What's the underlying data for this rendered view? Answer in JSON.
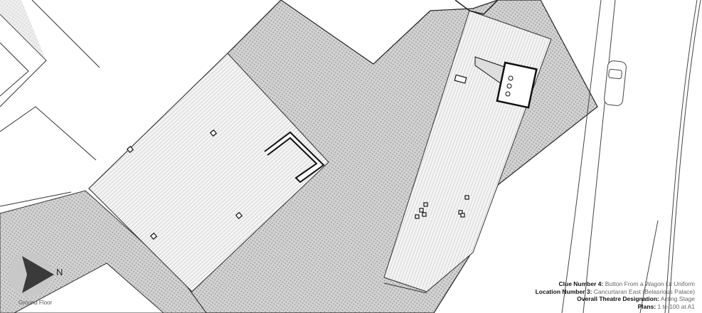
{
  "plan": {
    "north_label": "N",
    "floor_label": "Ground Floor",
    "notes": [
      {
        "label": "Clue Number 4:",
        "value": "Button From a Wagon Lit Uniform"
      },
      {
        "label": "Location Number 3:",
        "value": "Cancurtaran  East (Belasrious Palace)"
      },
      {
        "label": "Overall Theatre Designation:",
        "value": "Acting Stage"
      },
      {
        "label": "Plans:",
        "value": "1 to 100 at A1"
      }
    ]
  }
}
